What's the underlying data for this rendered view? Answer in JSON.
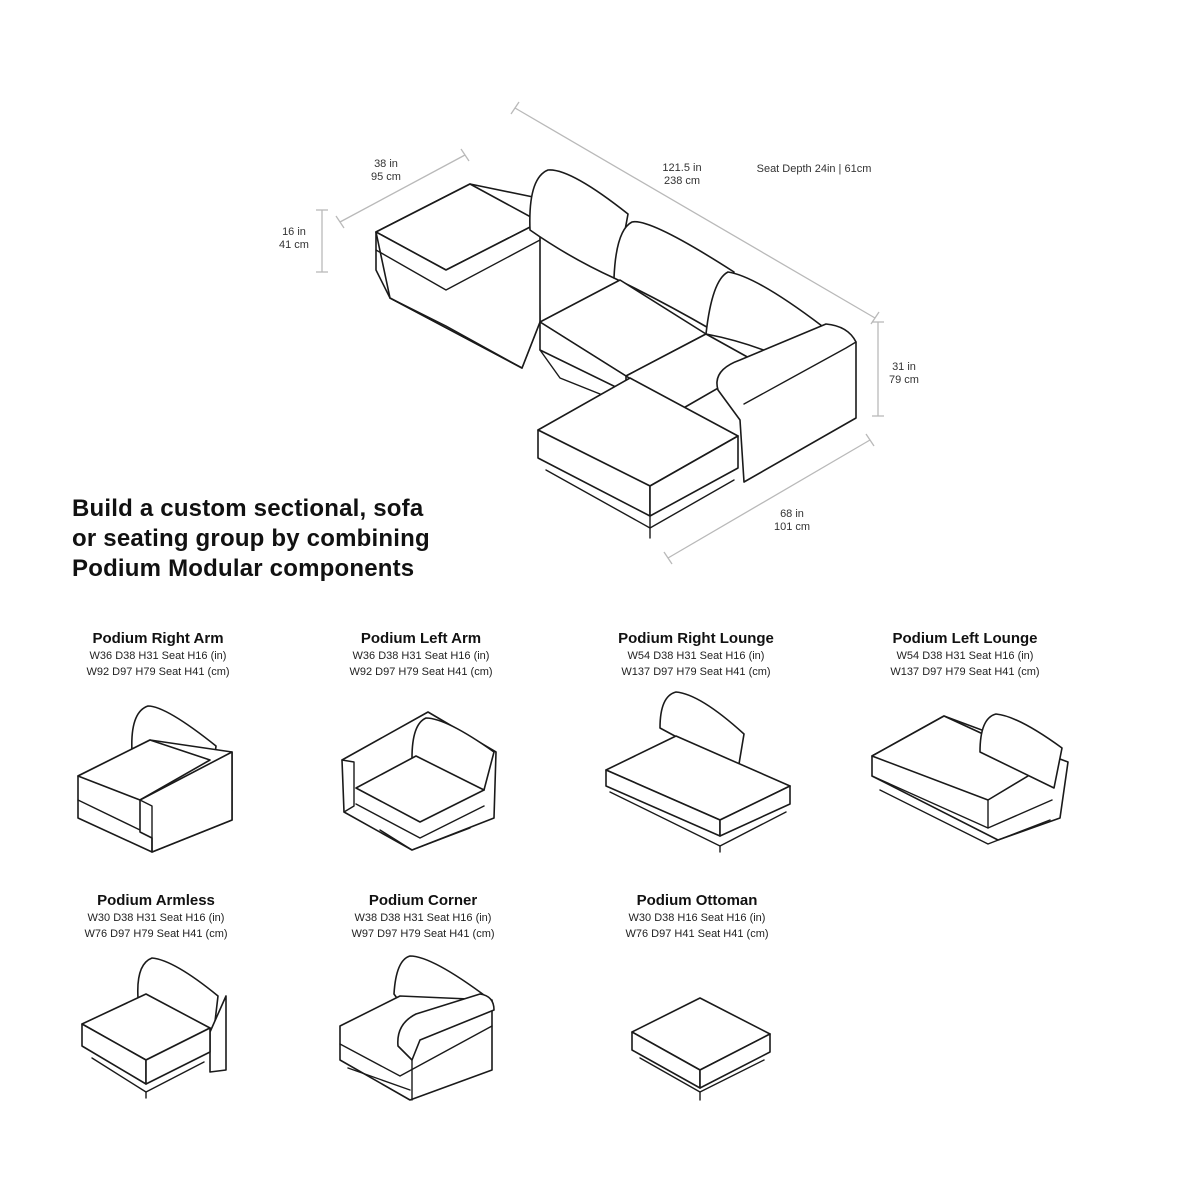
{
  "hero": {
    "dim_width_in": "121.5 in",
    "dim_width_cm": "238 cm",
    "seat_depth": "Seat Depth 24in | 61cm",
    "dim_depth_in": "38 in",
    "dim_depth_cm": "95 cm",
    "dim_seat_h_in": "16 in",
    "dim_seat_h_cm": "41 cm",
    "dim_height_in": "31 in",
    "dim_height_cm": "79 cm",
    "dim_chaise_in": "68 in",
    "dim_chaise_cm": "101 cm"
  },
  "headline": {
    "line1": "Build a custom sectional, sofa",
    "line2": "or seating group by combining",
    "line3": "Podium Modular components"
  },
  "modules": [
    {
      "name": "Podium Right Arm",
      "spec_in": "W36 D38 H31 Seat H16 (in)",
      "spec_cm": "W92 D97 H79 Seat H41 (cm)",
      "icon": "right-arm-module-icon"
    },
    {
      "name": "Podium Left Arm",
      "spec_in": "W36 D38 H31 Seat H16 (in)",
      "spec_cm": "W92 D97 H79 Seat H41 (cm)",
      "icon": "left-arm-module-icon"
    },
    {
      "name": "Podium Right Lounge",
      "spec_in": "W54 D38 H31 Seat H16 (in)",
      "spec_cm": "W137 D97 H79 Seat H41 (cm)",
      "icon": "right-lounge-module-icon"
    },
    {
      "name": "Podium Left Lounge",
      "spec_in": "W54 D38 H31 Seat H16 (in)",
      "spec_cm": "W137 D97 H79 Seat H41 (cm)",
      "icon": "left-lounge-module-icon"
    },
    {
      "name": "Podium Armless",
      "spec_in": "W30 D38 H31 Seat H16 (in)",
      "spec_cm": "W76 D97 H79 Seat H41 (cm)",
      "icon": "armless-module-icon"
    },
    {
      "name": "Podium Corner",
      "spec_in": "W38 D38 H31 Seat H16 (in)",
      "spec_cm": "W97 D97 H79 Seat H41 (cm)",
      "icon": "corner-module-icon"
    },
    {
      "name": "Podium Ottoman",
      "spec_in": "W30 D38 H16 Seat H16 (in)",
      "spec_cm": "W76 D97 H41 Seat H41 (cm)",
      "icon": "ottoman-module-icon"
    }
  ]
}
